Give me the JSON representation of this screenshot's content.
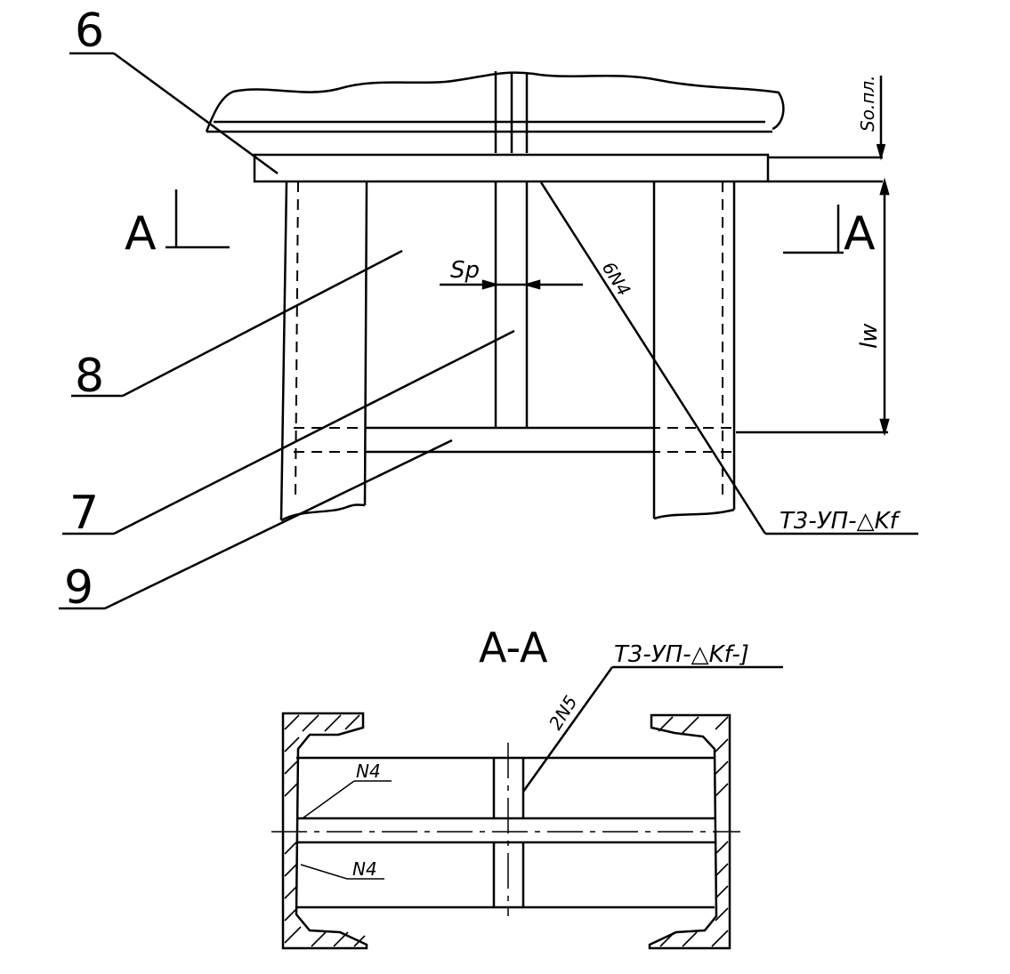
{
  "labels": {
    "part_6": "6",
    "part_7": "7",
    "part_8": "8",
    "part_9": "9",
    "section_mark_left": "A",
    "section_mark_right": "A",
    "section_title": "A-A",
    "dim_s_pl": "Sо.пл.",
    "dim_s_r": "Sр",
    "dim_l_w": "lw",
    "weld_top_note": "Т3-УП-△Kf",
    "weld_top_code": "6N4",
    "weld_bottom_note": "Т3-УП-△Kf-]",
    "weld_bottom_code": "2N5",
    "weld_n4_upper": "N4",
    "weld_n4_lower": "N4"
  }
}
